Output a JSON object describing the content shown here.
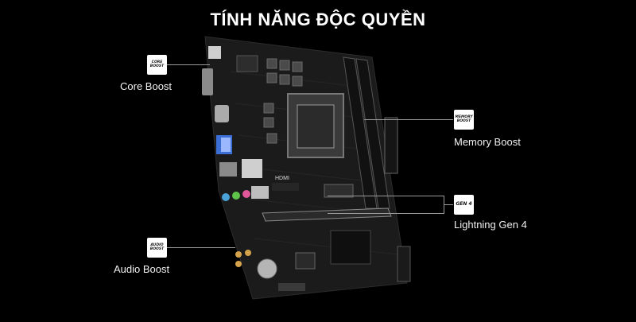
{
  "title": "TÍNH NĂNG ĐỘC QUYỀN",
  "features": {
    "core_boost": {
      "label": "Core Boost",
      "icon_text": "CORE BOOST"
    },
    "memory_boost": {
      "label": "Memory Boost",
      "icon_text": "MEMORY BOOST"
    },
    "lightning_gen4": {
      "label": "Lightning Gen 4",
      "icon_text": "GEN 4"
    },
    "audio_boost": {
      "label": "Audio Boost",
      "icon_text": "AUDIO BOOST"
    }
  },
  "board": {
    "hdmi_text": "HDMI"
  },
  "colors": {
    "background": "#000000",
    "board": "#1b1b1b",
    "accent_line": "#9a9a9a"
  }
}
